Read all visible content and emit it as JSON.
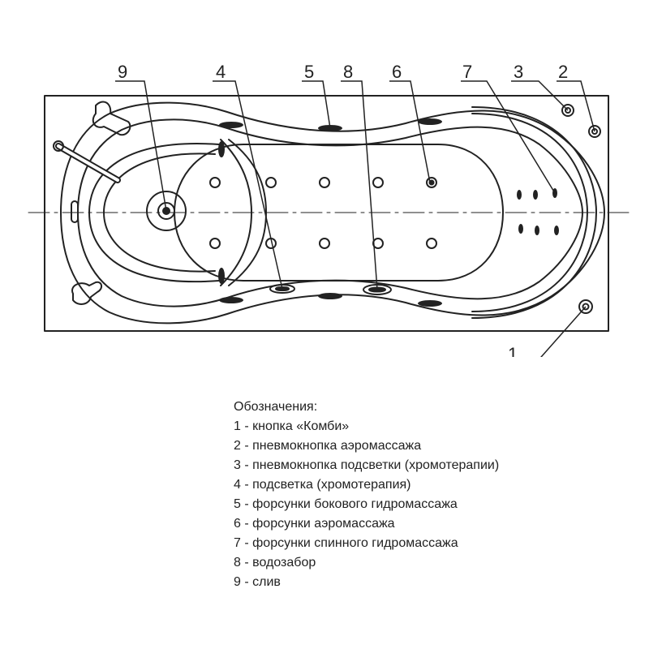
{
  "diagram": {
    "callouts": [
      "1",
      "2",
      "3",
      "4",
      "5",
      "6",
      "7",
      "8",
      "9"
    ]
  },
  "legend": {
    "title": "Обозначения:",
    "items": [
      {
        "num": "1",
        "text": "кнопка «Комби»"
      },
      {
        "num": "2",
        "text": "пневмокнопка аэромассажа"
      },
      {
        "num": "3",
        "text": "пневмокнопка подсветки (хромотерапии)"
      },
      {
        "num": "4",
        "text": "подсветка (хромотерапия)"
      },
      {
        "num": "5",
        "text": "форсунки бокового гидромассажа"
      },
      {
        "num": "6",
        "text": "форсунки аэромассажа"
      },
      {
        "num": "7",
        "text": "форсунки спинного гидромассажа"
      },
      {
        "num": "8",
        "text": "водозабор"
      },
      {
        "num": "9",
        "text": "слив"
      }
    ]
  },
  "colors": {
    "line": "#222222",
    "background": "#ffffff"
  }
}
